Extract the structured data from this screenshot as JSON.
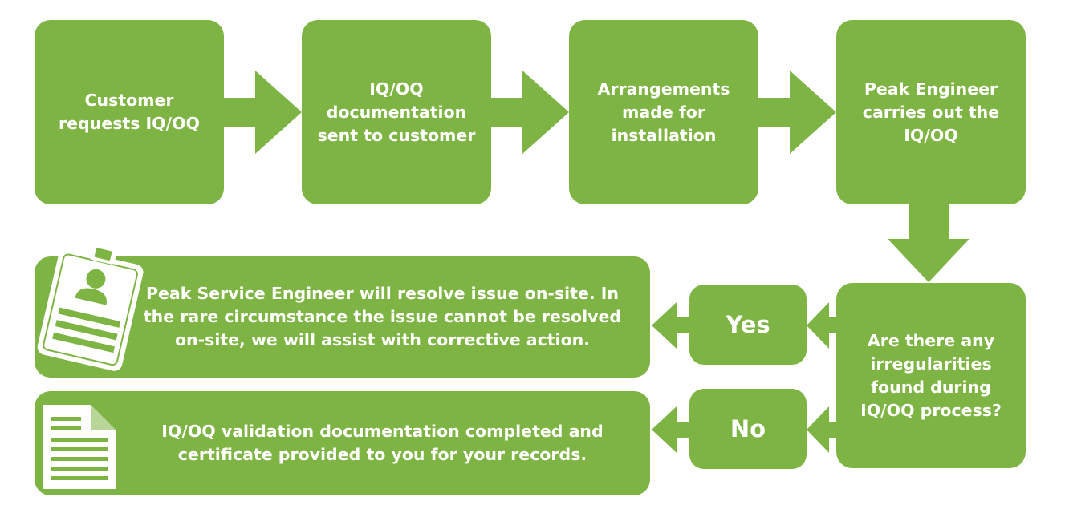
{
  "steps": [
    "Customer\nrequests IQ/OQ",
    "IQ/OQ\ndocumentation\nsent to customer",
    "Arrangements\nmade for\ninstallation",
    "Peak Engineer\ncarries out the\nIQ/OQ"
  ],
  "decision": {
    "question": "Are there any\nirregularities\nfound during\nIQ/OQ process?",
    "yes_label": "Yes",
    "no_label": "No"
  },
  "outcomes": {
    "yes_text": "Peak Service Engineer will resolve issue on-site. In\nthe rare circumstance the issue cannot be resolved\non-site, we will assist with corrective action.",
    "no_text": "IQ/OQ validation documentation completed and\ncertificate provided to you for your records."
  },
  "icons": {
    "yes_outcome": "id-badge-icon",
    "no_outcome": "document-icon"
  },
  "colors": {
    "box": "#7db443",
    "text": "#ffffff"
  }
}
